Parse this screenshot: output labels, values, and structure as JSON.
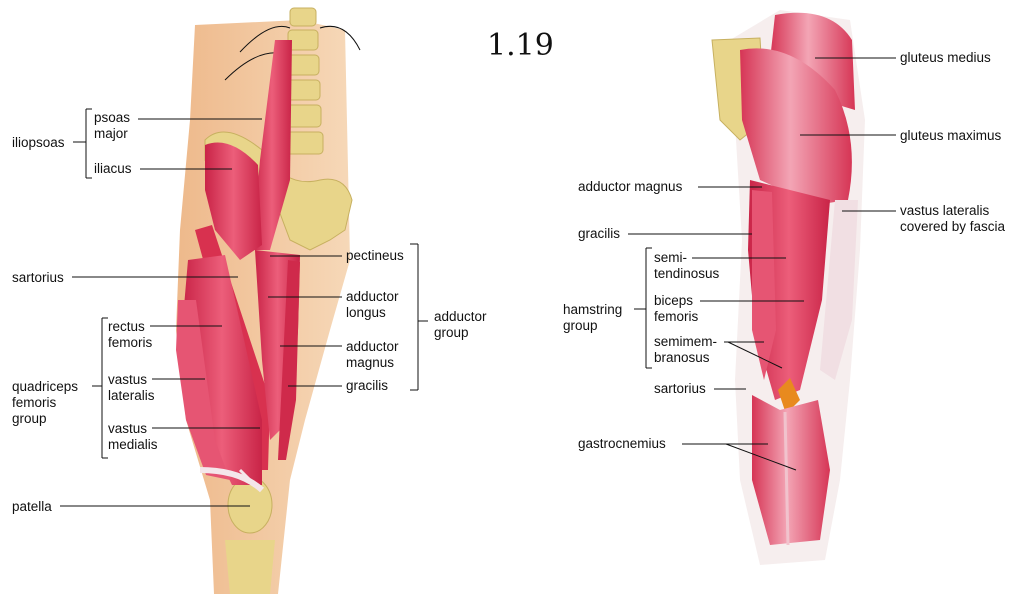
{
  "title": "1.19",
  "anterior": {
    "iliopsoas": "iliopsoas",
    "psoas_major": [
      "psoas",
      "major"
    ],
    "iliacus": "iliacus",
    "sartorius": "sartorius",
    "quadriceps_group": [
      "quadriceps",
      "femoris",
      "group"
    ],
    "rectus_femoris": [
      "rectus",
      "femoris"
    ],
    "vastus_lateralis": [
      "vastus",
      "lateralis"
    ],
    "vastus_medialis": [
      "vastus",
      "medialis"
    ],
    "patella": "patella",
    "pectineus": "pectineus",
    "adductor_longus": [
      "adductor",
      "longus"
    ],
    "adductor_magnus": [
      "adductor",
      "magnus"
    ],
    "gracilis": "gracilis",
    "adductor_group": [
      "adductor",
      "group"
    ]
  },
  "posterior": {
    "gluteus_medius": "gluteus medius",
    "gluteus_maximus": "gluteus maximus",
    "vastus_lateralis_fascia": [
      "vastus lateralis",
      "covered by fascia"
    ],
    "adductor_magnus": "adductor magnus",
    "gracilis": "gracilis",
    "hamstring_group": [
      "hamstring",
      "group"
    ],
    "semitendinosus": [
      "semi-",
      "tendinosus"
    ],
    "biceps_femoris": [
      "biceps",
      "femoris"
    ],
    "semimembranosus": [
      "semimem-",
      "branosus"
    ],
    "sartorius": "sartorius",
    "gastrocnemius": "gastrocnemius"
  },
  "colors": {
    "muscle": "#e03a5c",
    "muscle_light": "#f28fa3",
    "bone": "#e8d58a",
    "skin": "#f2c9a0",
    "tendon": "#f4e6ea"
  }
}
